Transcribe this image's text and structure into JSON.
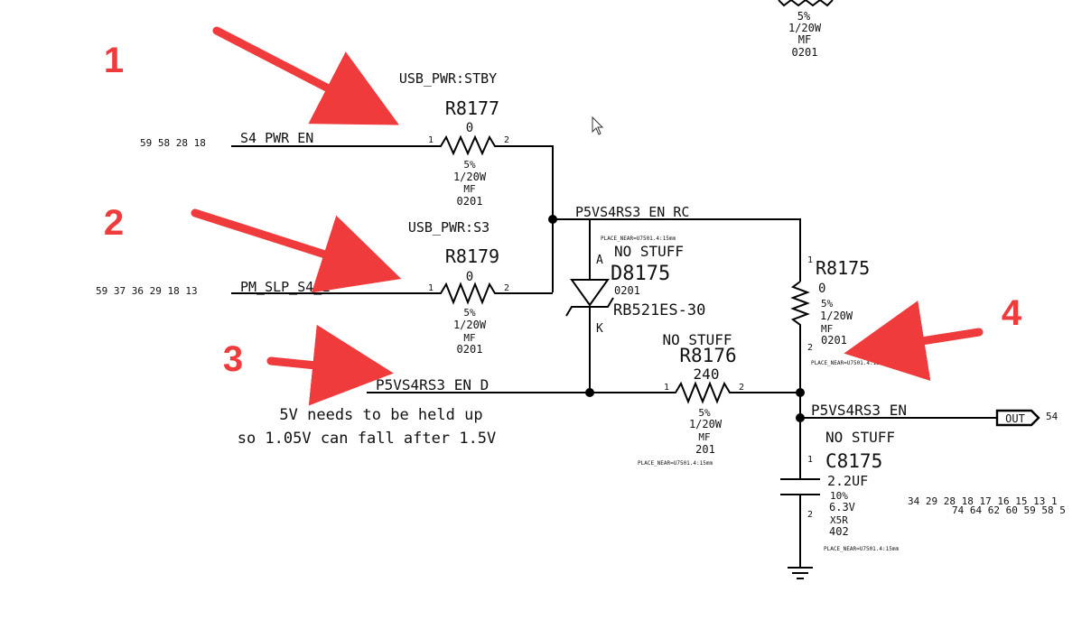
{
  "top_partial": {
    "tol": "5%",
    "power": "1/20W",
    "type": "MF",
    "size": "0201"
  },
  "r8177": {
    "group": "USB_PWR:STBY",
    "ref": "R8177",
    "value": "0",
    "pin1": "1",
    "pin2": "2",
    "tol": "5%",
    "power": "1/20W",
    "type": "MF",
    "size": "0201",
    "net": "S4_PWR_EN",
    "pages": "59 58 28 18"
  },
  "r8179": {
    "group": "USB_PWR:S3",
    "ref": "R8179",
    "value": "0",
    "pin1": "1",
    "pin2": "2",
    "tol": "5%",
    "power": "1/20W",
    "type": "MF",
    "size": "0201",
    "net": "PM_SLP_S4_L",
    "pages": "59 37 36 29 18 13"
  },
  "net_rc": {
    "name": "P5VS4RS3_EN_RC",
    "place": "PLACE_NEAR=U7501.4:15mm"
  },
  "d8175": {
    "stuff": "NO STUFF",
    "ref": "D8175",
    "anode": "A",
    "cathode": "K",
    "size": "0201",
    "part": "RB521ES-30"
  },
  "r8175": {
    "ref": "R8175",
    "value": "0",
    "pin1": "1",
    "pin2": "2",
    "tol": "5%",
    "power": "1/20W",
    "type": "MF",
    "size": "0201",
    "place": "PLACE_NEAR=U7501.4:15mm"
  },
  "r8176": {
    "stuff": "NO STUFF",
    "ref": "R8176",
    "value": "240",
    "pin1": "1",
    "pin2": "2",
    "tol": "5%",
    "power": "1/20W",
    "type": "MF",
    "size": "201",
    "place": "PLACE_NEAR=U7501.4:15mm"
  },
  "net_d": {
    "name": "P5VS4RS3_EN_D"
  },
  "note": {
    "line1": "5V needs to be held up",
    "line2": "so 1.05V can fall after 1.5V"
  },
  "net_en": {
    "name": "P5VS4RS3_EN",
    "port": "OUT",
    "page": "54"
  },
  "c8175": {
    "stuff": "NO STUFF",
    "ref": "C8175",
    "value": "2.2UF",
    "pin1": "1",
    "pin2": "2",
    "tol": "10%",
    "voltage": "6.3V",
    "dielectric": "X5R",
    "size": "402",
    "place": "PLACE_NEAR=U7501.4:15mm"
  },
  "pages_right": {
    "row1": "34 29 28 18 17 16 15 13 1",
    "row2": "74 64 62 60 59 58 5"
  },
  "callouts": {
    "n1": "1",
    "n2": "2",
    "n3": "3",
    "n4": "4"
  },
  "colors": {
    "callout": "#ef3b3b",
    "wire": "#000000"
  },
  "icons": {
    "cursor": "mouse-pointer-icon",
    "ground": "ground-icon"
  }
}
